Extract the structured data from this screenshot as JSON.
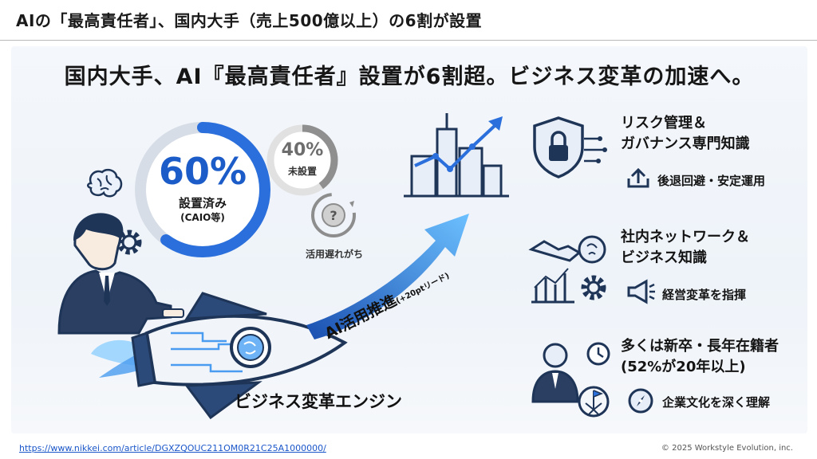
{
  "slide": {
    "title": "AIの「最高責任者」、国内大手（売上500億以上）の6割が設置"
  },
  "infographic": {
    "headline": "国内大手、AI『最高責任者』設置が6割超。ビジネス変革の加速へ。",
    "main_stat": {
      "percent": "60%",
      "label": "設置済み",
      "sub": "(CAIO等)",
      "fraction": 0.6
    },
    "secondary_stat": {
      "percent": "40%",
      "label": "未設置",
      "fraction": 0.4
    },
    "lag_label": "活用遅れがち",
    "arrow_label": "AI活用推進",
    "arrow_sublabel": "(+20ptリード)",
    "rocket_label": "ビジネス変革エンジン",
    "features": [
      {
        "title_line1": "リスク管理＆",
        "title_line2": "ガバナンス専門知識",
        "sub": "後退回避・安定運用",
        "icon": "shield-lock-icon",
        "sub_icon": "upload-arrow-icon"
      },
      {
        "title_line1": "社内ネットワーク＆",
        "title_line2": "ビジネス知識",
        "sub": "経営変革を指揮",
        "icon": "handshake-network-icon",
        "sub_icon": "megaphone-icon"
      },
      {
        "title_line1": "多くは新卒・長年在籍者",
        "title_line2": "(52%が20年以上)",
        "sub": "企業文化を深く理解",
        "icon": "person-clock-icon",
        "sub_icon": "compass-icon"
      }
    ]
  },
  "footer": {
    "link": "https://www.nikkei.com/article/DGXZQOUC211OM0R21C25A1000000/",
    "copyright": "© 2025 Workstyle Evolution, inc."
  },
  "colors": {
    "accent": "#1c5cc8",
    "accent_light": "#4a9cf0",
    "navy": "#1e3558",
    "grey": "#9a9a9a"
  }
}
